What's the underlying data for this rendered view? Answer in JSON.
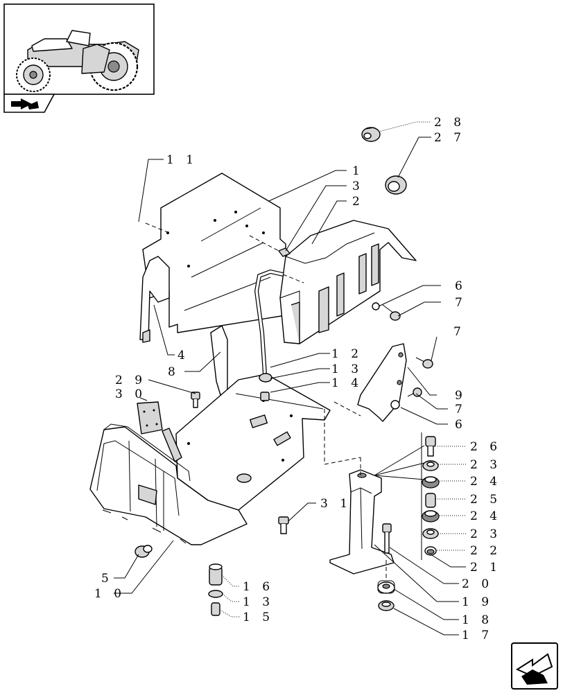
{
  "callouts": [
    {
      "text": "2 8"
    },
    {
      "text": "2 7"
    },
    {
      "text": "1 1"
    },
    {
      "text": "1"
    },
    {
      "text": "3"
    },
    {
      "text": "2"
    },
    {
      "text": "6"
    },
    {
      "text": "7"
    },
    {
      "text": "7"
    },
    {
      "text": "4"
    },
    {
      "text": "8"
    },
    {
      "text": "1 2"
    },
    {
      "text": "1 3"
    },
    {
      "text": "1 4"
    },
    {
      "text": "2 9"
    },
    {
      "text": "3 0"
    },
    {
      "text": "9"
    },
    {
      "text": "7"
    },
    {
      "text": "6"
    },
    {
      "text": "2 6"
    },
    {
      "text": "2 3"
    },
    {
      "text": "2 4"
    },
    {
      "text": "2 5"
    },
    {
      "text": "2 4"
    },
    {
      "text": "2 3"
    },
    {
      "text": "2 2"
    },
    {
      "text": "2 1"
    },
    {
      "text": "3 1"
    },
    {
      "text": "2 0"
    },
    {
      "text": "1 9"
    },
    {
      "text": "1 8"
    },
    {
      "text": "1 7"
    },
    {
      "text": "1 6"
    },
    {
      "text": "1 3"
    },
    {
      "text": "1 5"
    },
    {
      "text": "5"
    },
    {
      "text": "1 0"
    }
  ],
  "icons": {
    "thumbnail": "tractor-thumbnail-icon",
    "section": "book-section-icon",
    "nav": "next-page-arrow-icon"
  }
}
